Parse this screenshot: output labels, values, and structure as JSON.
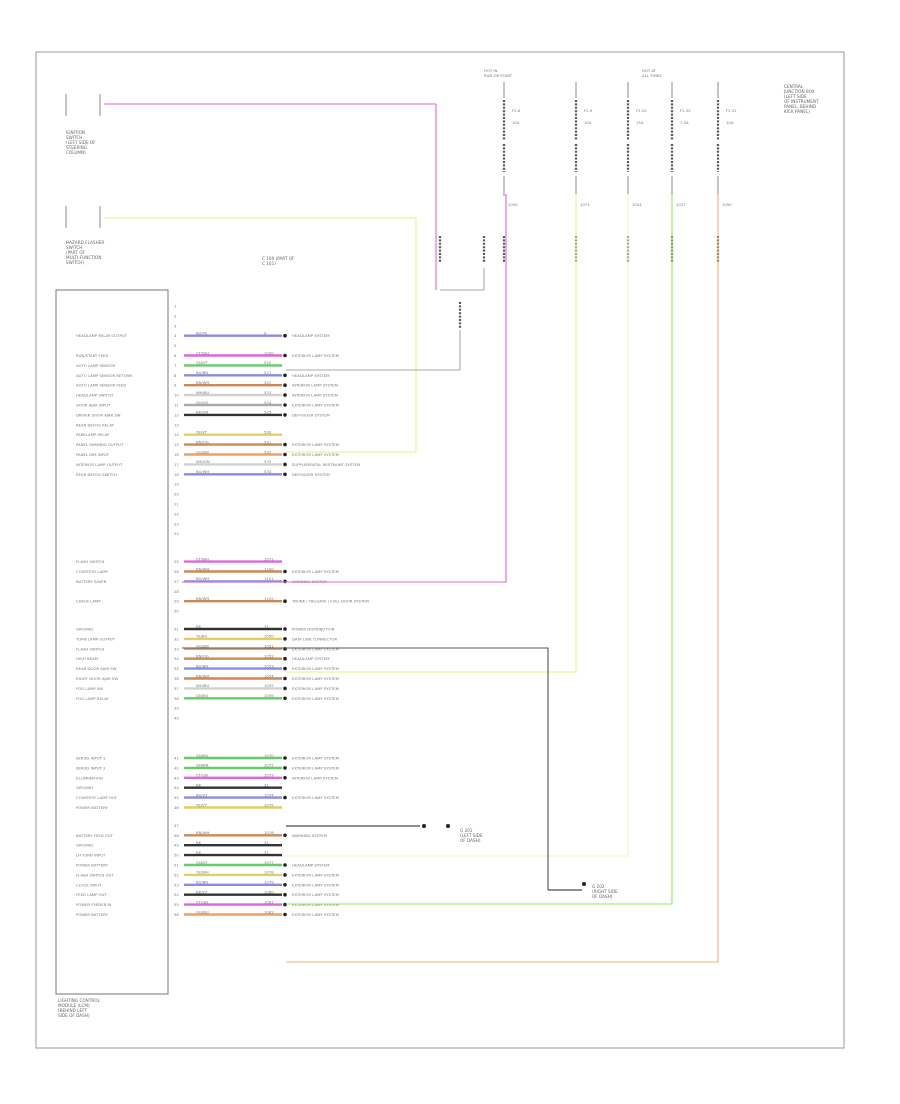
{
  "diagram": {
    "figure_code": "",
    "module_box_label": [
      "LIGHTING CONTROL",
      "MODULE (LCM)",
      "(BEHIND LEFT",
      "SIDE OF DASH)"
    ],
    "fuse_box_label": [
      "CENTRAL",
      "JUNCTION BOX",
      "(LEFT SIDE",
      "OF INSTRUMENT",
      "PANEL, BEHIND",
      "KICK PANEL)"
    ],
    "ign_switch_label": [
      "IGNITION",
      "SWITCH",
      "(LEFT SIDE OF",
      "STEERING",
      "COLUMN)"
    ],
    "hazard_label": [
      "HAZARD FLASHER",
      "SWITCH",
      "(PART OF",
      "MULTI-FUNCTION",
      "SWITCH)"
    ],
    "splice_note": [
      "C 100 (PART OF",
      "C 101)"
    ],
    "ground_label": [
      "G 201",
      "(LEFT SIDE",
      "OF DASH)"
    ],
    "ground_label_2": [
      "G 202",
      "(RIGHT SIDE",
      "OF DASH)"
    ],
    "fuse_groups": [
      {
        "title": "HOT IN",
        "sub": "RUN OR START",
        "fuses": [
          "F2.8",
          "F2.9"
        ]
      },
      {
        "title": "HOT AT",
        "sub": "ALL TIMES",
        "fuses": [
          "F2.20",
          "F2.30",
          "F2.31"
        ]
      }
    ],
    "fuses": [
      {
        "name": "F2.8",
        "rating": "10A",
        "circuit": "1000"
      },
      {
        "name": "F2.9",
        "rating": "10A",
        "circuit": "1071"
      },
      {
        "name": "F2.20",
        "rating": "15A",
        "circuit": "1004"
      },
      {
        "name": "F2.30",
        "rating": "7.5A",
        "circuit": "1027"
      },
      {
        "name": "F2.31",
        "rating": "10A",
        "circuit": "1050"
      }
    ],
    "pins": [
      {
        "no": "1",
        "label": "",
        "wire": "",
        "circ": "",
        "dest": ""
      },
      {
        "no": "2",
        "label": "",
        "wire": "",
        "circ": "",
        "dest": ""
      },
      {
        "no": "3",
        "label": "",
        "wire": "",
        "circ": "",
        "dest": ""
      },
      {
        "no": "4",
        "label": "HEADLAMP RELAY OUTPUT",
        "wire": "BU/YE",
        "circ": "9",
        "dest": "HEADLAMP SYSTEM"
      },
      {
        "no": "5",
        "label": "",
        "wire": "",
        "circ": "",
        "dest": ""
      },
      {
        "no": "6",
        "label": "RUN/START FEED",
        "wire": "VT/WH",
        "circ": "1000",
        "dest": "EXTERIOR LAMP SYSTEM"
      },
      {
        "no": "7",
        "label": "AUTO LAMP SENSOR",
        "wire": "GN/VT",
        "circ": "520",
        "dest": ""
      },
      {
        "no": "8",
        "label": "AUTO LAMP SENSOR RETURN",
        "wire": "BU/BN",
        "circ": "521",
        "dest": "HEADLAMP SYSTEM"
      },
      {
        "no": "9",
        "label": "AUTO LAMP SENSOR FEED",
        "wire": "BN/WH",
        "circ": "522",
        "dest": "INTERIOR LAMP SYSTEM"
      },
      {
        "no": "10",
        "label": "HEADLAMP SWITCH",
        "wire": "WH/BU",
        "circ": "523",
        "dest": "INTERIOR LAMP SYSTEM"
      },
      {
        "no": "11",
        "label": "DOOR AJAR INPUT",
        "wire": "GY/OG",
        "circ": "524",
        "dest": "EXTERIOR LAMP SYSTEM"
      },
      {
        "no": "12",
        "label": "DRIVER DOOR AJAR SW",
        "wire": "BK/GN",
        "circ": "525",
        "dest": "DEFOGGER SYSTEM"
      },
      {
        "no": "13",
        "label": "REAR DEFOG RELAY",
        "wire": "",
        "circ": "",
        "dest": ""
      },
      {
        "no": "14",
        "label": "PARKLAMP RELAY",
        "wire": "YE/VT",
        "circ": "530",
        "dest": ""
      },
      {
        "no": "15",
        "label": "PANEL DIMMING OUTPUT",
        "wire": "BN/OG",
        "circ": "531",
        "dest": "EXTERIOR LAMP SYSTEM"
      },
      {
        "no": "16",
        "label": "PANEL DIM INPUT",
        "wire": "OG/BN",
        "circ": "532",
        "dest": "EXTERIOR LAMP SYSTEM"
      },
      {
        "no": "17",
        "label": "INTERIOR LAMP OUTPUT",
        "wire": "WH/GN",
        "circ": "533",
        "dest": "SUPPLEMENTAL RESTRAINT SYSTEM"
      },
      {
        "no": "18",
        "label": "REAR DEFOG SWITCH",
        "wire": "BU/WH",
        "circ": "534",
        "dest": "DEFOGGER SYSTEM"
      },
      {
        "no": "19",
        "label": "",
        "wire": "",
        "circ": "",
        "dest": ""
      },
      {
        "no": "20",
        "label": "",
        "wire": "",
        "circ": "",
        "dest": ""
      },
      {
        "no": "21",
        "label": "",
        "wire": "",
        "circ": "",
        "dest": ""
      },
      {
        "no": "22",
        "label": "",
        "wire": "",
        "circ": "",
        "dest": ""
      },
      {
        "no": "23",
        "label": "",
        "wire": "",
        "circ": "",
        "dest": ""
      },
      {
        "no": "24",
        "label": "",
        "wire": "",
        "circ": "",
        "dest": ""
      },
      {
        "no": "25",
        "label": "FLASH SWITCH",
        "wire": "VT/WH",
        "circ": "1071",
        "dest": ""
      },
      {
        "no": "26",
        "label": "COURTESY LAMP",
        "wire": "BN/WH",
        "circ": "1100",
        "dest": "EXTERIOR LAMP SYSTEM"
      },
      {
        "no": "27",
        "label": "BATTERY SAVER",
        "wire": "BU/WH",
        "circ": "1101",
        "dest": "WARNING SYSTEM"
      },
      {
        "no": "28",
        "label": "",
        "wire": "",
        "circ": "",
        "dest": ""
      },
      {
        "no": "29",
        "label": "CHECK LAMP",
        "wire": "BN/WH",
        "circ": "1102",
        "dest": "TRUNK / TAILGATE / FUEL DOOR SYSTEM"
      },
      {
        "no": "30",
        "label": "",
        "wire": "",
        "circ": "",
        "dest": ""
      },
      {
        "no": "31",
        "label": "GROUND",
        "wire": "BK",
        "circ": "31",
        "dest": "POWER DISTRIBUTION"
      },
      {
        "no": "32",
        "label": "TURN LAMP OUTPUT",
        "wire": "YE/BU",
        "circ": "1050",
        "dest": "DATA LINK CONNECTOR"
      },
      {
        "no": "33",
        "label": "FLASH SWITCH",
        "wire": "OG/BN",
        "circ": "1051",
        "dest": "EXTERIOR LAMP SYSTEM"
      },
      {
        "no": "34",
        "label": "HIGH BEAM",
        "wire": "BN/OG",
        "circ": "1052",
        "dest": "HEADLAMP SYSTEM"
      },
      {
        "no": "35",
        "label": "REAR DOOR AJAR SW",
        "wire": "BU/BN",
        "circ": "1053",
        "dest": "EXTERIOR LAMP SYSTEM"
      },
      {
        "no": "36",
        "label": "RIGHT DOOR AJAR SW",
        "wire": "BN/WH",
        "circ": "1054",
        "dest": "EXTERIOR LAMP SYSTEM"
      },
      {
        "no": "37",
        "label": "FOG LAMP SW",
        "wire": "WH/BU",
        "circ": "1055",
        "dest": "EXTERIOR LAMP SYSTEM"
      },
      {
        "no": "38",
        "label": "FOG LAMP RELAY",
        "wire": "GN/BU",
        "circ": "1056",
        "dest": "EXTERIOR LAMP SYSTEM"
      },
      {
        "no": "39",
        "label": "",
        "wire": "",
        "circ": "",
        "dest": ""
      },
      {
        "no": "40",
        "label": "",
        "wire": "",
        "circ": "",
        "dest": ""
      },
      {
        "no": "41",
        "label": "SERIES INPUT 1",
        "wire": "GN/BU",
        "circ": "1070",
        "dest": "EXTERIOR LAMP SYSTEM"
      },
      {
        "no": "42",
        "label": "SERIES INPUT 2",
        "wire": "GN/BN",
        "circ": "1072",
        "dest": "EXTERIOR LAMP SYSTEM"
      },
      {
        "no": "43",
        "label": "ILLUMINATION",
        "wire": "VT/GN",
        "circ": "1073",
        "dest": "INTERIOR LAMP SYSTEM"
      },
      {
        "no": "44",
        "label": "GROUND",
        "wire": "BK",
        "circ": "31",
        "dest": ""
      },
      {
        "no": "45",
        "label": "COURTESY LAMP OUT",
        "wire": "BU/VT",
        "circ": "1074",
        "dest": "EXTERIOR LAMP SYSTEM"
      },
      {
        "no": "46",
        "label": "POWER BATTERY",
        "wire": "YE/VT",
        "circ": "1075",
        "dest": ""
      },
      {
        "no": "47",
        "label": "",
        "wire": "",
        "circ": "",
        "dest": ""
      },
      {
        "no": "48",
        "label": "BATTERY FEED OUT",
        "wire": "BN/WH",
        "circ": "1076",
        "dest": "WARNING SYSTEM"
      },
      {
        "no": "49",
        "label": "GROUND",
        "wire": "BK",
        "circ": "31",
        "dest": ""
      },
      {
        "no": "50",
        "label": "LH TURN INPUT",
        "wire": "BK",
        "circ": "31",
        "dest": ""
      },
      {
        "no": "51",
        "label": "POWER BATTERY",
        "wire": "GN/VT",
        "circ": "1077",
        "dest": "HEADLAMP SYSTEM"
      },
      {
        "no": "52",
        "label": "FLASH SWITCH OUT",
        "wire": "YE/WH",
        "circ": "1078",
        "dest": "EXTERIOR LAMP SYSTEM"
      },
      {
        "no": "53",
        "label": "CLOCK INPUT",
        "wire": "BU/BN",
        "circ": "1079",
        "dest": "EXTERIOR LAMP SYSTEM"
      },
      {
        "no": "54",
        "label": "FEED LAMP OUT",
        "wire": "BK/VT",
        "circ": "1080",
        "dest": "EXTERIOR LAMP SYSTEM"
      },
      {
        "no": "55",
        "label": "POWER FEEDER IN",
        "wire": "VT/GN",
        "circ": "1081",
        "dest": "EXTERIOR LAMP SYSTEM"
      },
      {
        "no": "56",
        "label": "POWER BATTERY",
        "wire": "OG/BU",
        "circ": "1082",
        "dest": "EXTERIOR LAMP SYSTEM"
      }
    ],
    "colors": {
      "frame": "#9a9a9a",
      "magenta": "#dd66dd",
      "yellow": "#eeee88",
      "lime": "#88ee55",
      "orange": "#f0b070",
      "cream": "#f4f0c0",
      "gray": "#888888",
      "black": "#222222"
    }
  }
}
